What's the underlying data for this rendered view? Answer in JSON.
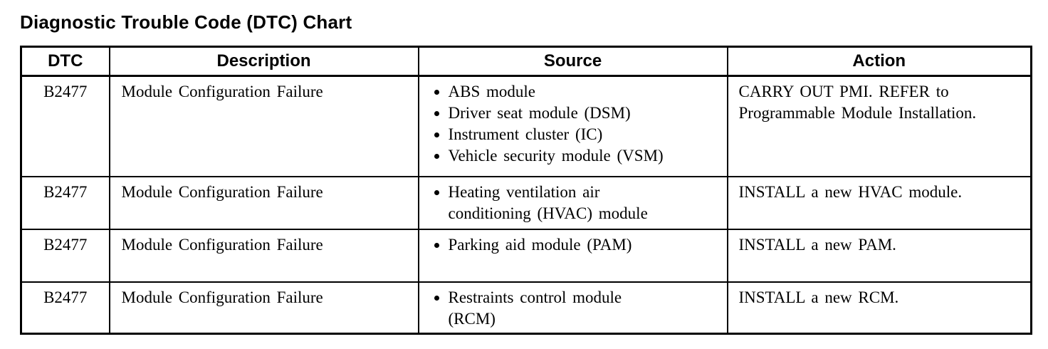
{
  "page_title": "Diagnostic Trouble Code (DTC) Chart",
  "colors": {
    "text": "#000000",
    "background": "#ffffff",
    "border": "#000000"
  },
  "table": {
    "columns": [
      "DTC",
      "Description",
      "Source",
      "Action"
    ],
    "rows": [
      {
        "dtc": "B2477",
        "description": "Module Configuration Failure",
        "source": [
          "ABS module",
          "Driver seat module (DSM)",
          "Instrument cluster (IC)",
          "Vehicle security module (VSM)"
        ],
        "action": "CARRY OUT PMI. REFER to\nProgrammable Module Installation."
      },
      {
        "dtc": "B2477",
        "description": "Module Configuration Failure",
        "source": [
          "Heating ventilation air\nconditioning (HVAC) module"
        ],
        "action": "INSTALL a new HVAC module."
      },
      {
        "dtc": "B2477",
        "description": "Module Configuration Failure",
        "source": [
          "Parking aid module (PAM)"
        ],
        "action": "INSTALL a new PAM."
      },
      {
        "dtc": "B2477",
        "description": "Module Configuration Failure",
        "source": [
          "Restraints control module\n(RCM)"
        ],
        "action": "INSTALL a new RCM."
      }
    ]
  }
}
